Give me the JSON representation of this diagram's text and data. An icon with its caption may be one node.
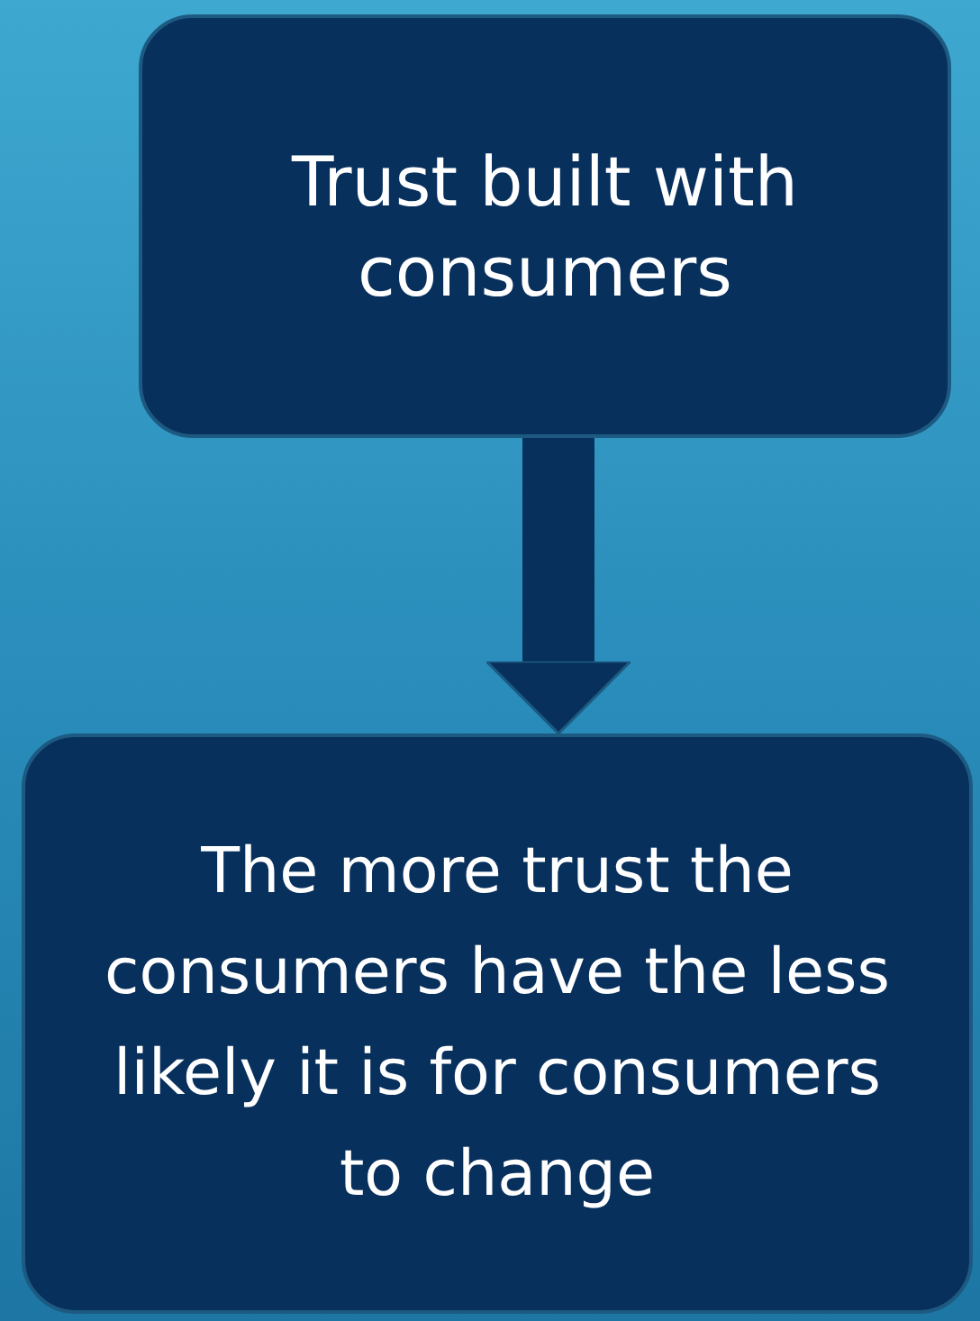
{
  "diagram": {
    "nodes": [
      {
        "text": [
          "Trust built with consumers"
        ]
      },
      {
        "text": [
          "The more trust the consumers have the less likely it is for consumers to change"
        ]
      }
    ],
    "edges": [
      {
        "from": 0,
        "to": 1,
        "arrow": "to"
      }
    ]
  }
}
